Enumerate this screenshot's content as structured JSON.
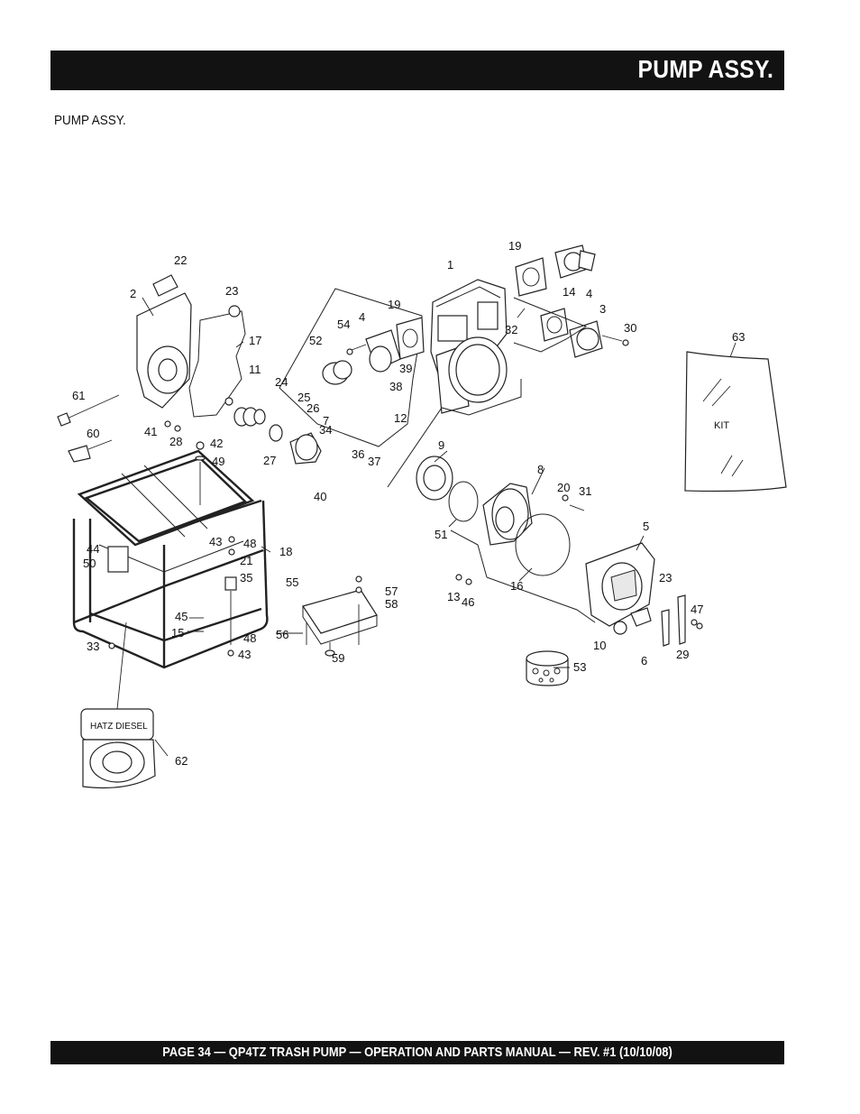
{
  "header": {
    "title": "PUMP ASSY."
  },
  "section": {
    "subtitle": "PUMP ASSY."
  },
  "diagram": {
    "part_numbers": [
      "1",
      "2",
      "3",
      "4",
      "4",
      "5",
      "6",
      "7",
      "8",
      "9",
      "10",
      "11",
      "12",
      "13",
      "14",
      "15",
      "16",
      "17",
      "18",
      "19",
      "19",
      "20",
      "21",
      "22",
      "23",
      "23",
      "24",
      "25",
      "26",
      "27",
      "28",
      "29",
      "30",
      "31",
      "32",
      "33",
      "34",
      "35",
      "36",
      "37",
      "38",
      "39",
      "40",
      "41",
      "42",
      "43",
      "43",
      "44",
      "45",
      "46",
      "47",
      "48",
      "48",
      "49",
      "50",
      "51",
      "52",
      "53",
      "54",
      "55",
      "56",
      "57",
      "58",
      "59",
      "60",
      "61",
      "62",
      "63"
    ],
    "kit_label": "KIT",
    "engine_label": "HATZ DIESEL"
  },
  "footer": {
    "text": "PAGE 34 — QP4TZ TRASH PUMP — OPERATION AND PARTS MANUAL —  REV. #1  (10/10/08)"
  }
}
